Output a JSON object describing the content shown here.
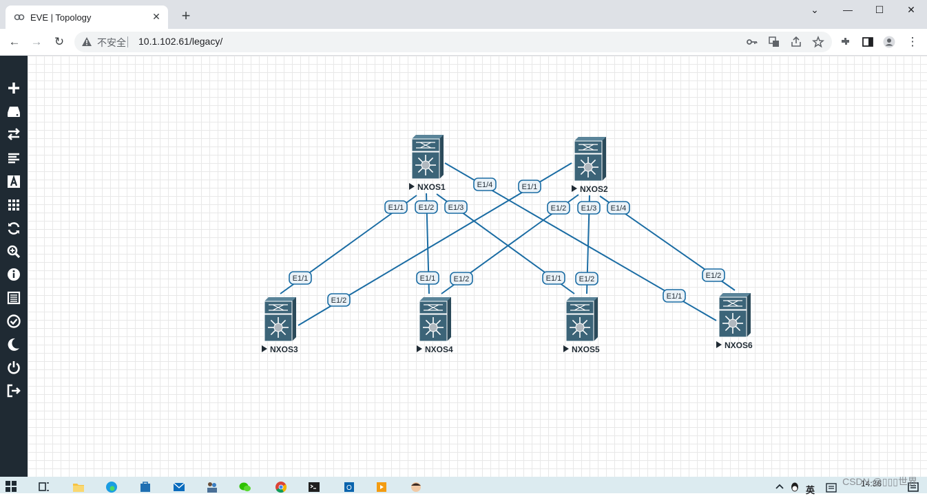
{
  "browser": {
    "tab_title": "EVE | Topology",
    "new_tab": "+",
    "security_label": "不安全",
    "url": "10.1.102.61/legacy/"
  },
  "sidebar": {
    "items": [
      "add-icon",
      "storage-icon",
      "transfer-icon",
      "list-icon",
      "text-icon",
      "grid-icon",
      "refresh-icon",
      "zoom-icon",
      "info-icon",
      "notes-icon",
      "check-icon",
      "moon-icon",
      "power-icon",
      "logout-icon"
    ]
  },
  "topology": {
    "nodes": [
      {
        "id": "n1",
        "label": "NXOS1"
      },
      {
        "id": "n2",
        "label": "NXOS2"
      },
      {
        "id": "n3",
        "label": "NXOS3"
      },
      {
        "id": "n4",
        "label": "NXOS4"
      },
      {
        "id": "n5",
        "label": "NXOS5"
      },
      {
        "id": "n6",
        "label": "NXOS6"
      }
    ],
    "links": [
      {
        "from": "n1",
        "to": "n3",
        "a_port": "E1/1",
        "b_port": "E1/1"
      },
      {
        "from": "n1",
        "to": "n4",
        "a_port": "E1/2",
        "b_port": "E1/1"
      },
      {
        "from": "n1",
        "to": "n5",
        "a_port": "E1/3",
        "b_port": "E1/1"
      },
      {
        "from": "n1",
        "to": "n6",
        "a_port": "E1/4",
        "b_port": "E1/1"
      },
      {
        "from": "n2",
        "to": "n3",
        "a_port": "E1/1",
        "b_port": "E1/2"
      },
      {
        "from": "n2",
        "to": "n4",
        "a_port": "E1/2",
        "b_port": "E1/2"
      },
      {
        "from": "n2",
        "to": "n5",
        "a_port": "E1/3",
        "b_port": "E1/2"
      },
      {
        "from": "n2",
        "to": "n6",
        "a_port": "E1/4",
        "b_port": "E1/2"
      }
    ],
    "colors": {
      "link": "#1a6ca3",
      "device": "#3c6478",
      "device_light": "#5a8499",
      "label_bg": "#e9f1f7"
    }
  },
  "taskbar": {
    "ime": "英",
    "time": "14:36",
    "watermark": "CSDN @▯▯▯世界"
  }
}
